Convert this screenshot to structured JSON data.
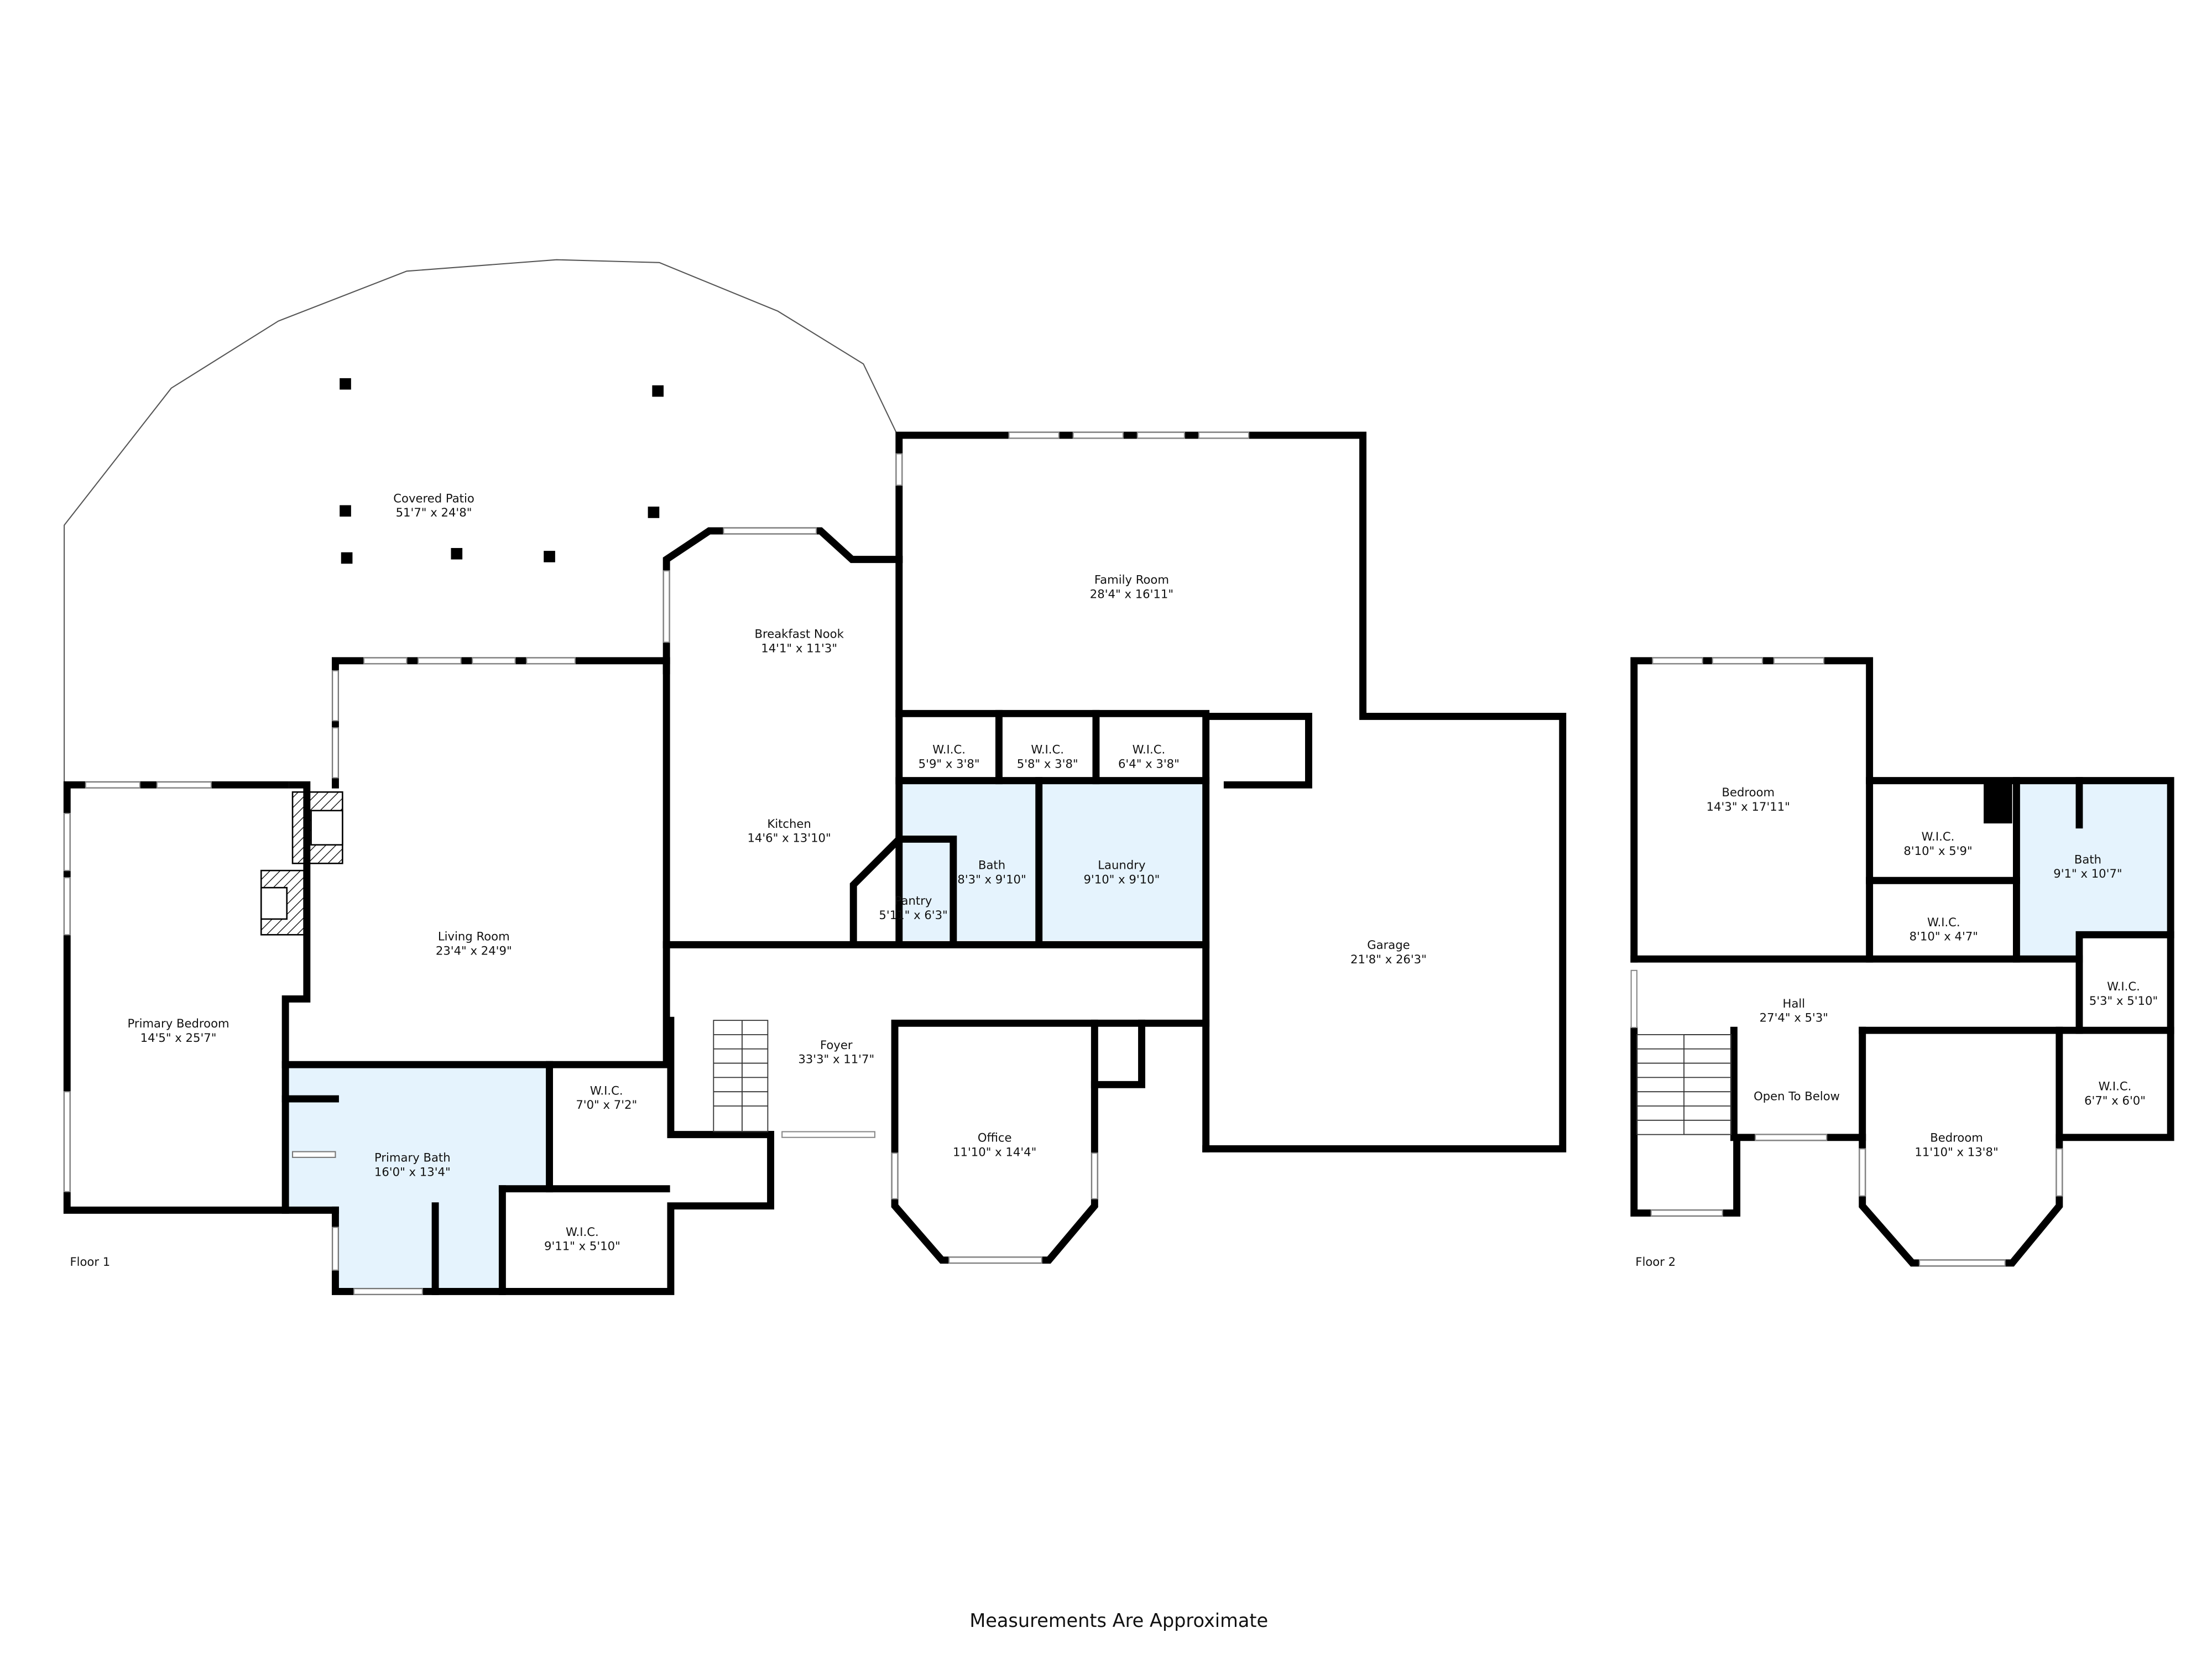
{
  "floors": {
    "floor1": {
      "label": "Floor 1",
      "rooms": {
        "covered_patio": {
          "name": "Covered Patio",
          "size": "51'7\" x 24'8\""
        },
        "family_room": {
          "name": "Family Room",
          "size": "28'4\" x 16'11\""
        },
        "breakfast_nook": {
          "name": "Breakfast Nook",
          "size": "14'1\" x 11'3\""
        },
        "wic_a": {
          "name": "W.I.C.",
          "size": "5'9\" x 3'8\""
        },
        "wic_b": {
          "name": "W.I.C.",
          "size": "5'8\" x 3'8\""
        },
        "wic_c": {
          "name": "W.I.C.",
          "size": "6'4\" x 3'8\""
        },
        "kitchen": {
          "name": "Kitchen",
          "size": "14'6\" x 13'10\""
        },
        "bath": {
          "name": "Bath",
          "size": "8'3\" x 9'10\""
        },
        "laundry": {
          "name": "Laundry",
          "size": "9'10\" x 9'10\""
        },
        "pantry": {
          "name": "Pantry",
          "size": "5'11\" x 6'3\""
        },
        "garage": {
          "name": "Garage",
          "size": "21'8\" x 26'3\""
        },
        "living_room": {
          "name": "Living Room",
          "size": "23'4\" x 24'9\""
        },
        "primary_bedroom": {
          "name": "Primary Bedroom",
          "size": "14'5\" x 25'7\""
        },
        "foyer": {
          "name": "Foyer",
          "size": "33'3\" x 11'7\""
        },
        "office": {
          "name": "Office",
          "size": "11'10\" x 14'4\""
        },
        "primary_bath": {
          "name": "Primary Bath",
          "size": "16'0\" x 13'4\""
        },
        "wic_d": {
          "name": "W.I.C.",
          "size": "7'0\" x 7'2\""
        },
        "wic_e": {
          "name": "W.I.C.",
          "size": "9'11\" x 5'10\""
        }
      }
    },
    "floor2": {
      "label": "Floor 2",
      "rooms": {
        "bedroom_a": {
          "name": "Bedroom",
          "size": "14'3\" x 17'11\""
        },
        "wic_a": {
          "name": "W.I.C.",
          "size": "8'10\" x 5'9\""
        },
        "wic_b": {
          "name": "W.I.C.",
          "size": "8'10\" x 4'7\""
        },
        "bath": {
          "name": "Bath",
          "size": "9'1\" x 10'7\""
        },
        "hall": {
          "name": "Hall",
          "size": "27'4\" x 5'3\""
        },
        "wic_c": {
          "name": "W.I.C.",
          "size": "5'3\" x 5'10\""
        },
        "open_to_below": {
          "name": "Open To Below"
        },
        "bedroom_b": {
          "name": "Bedroom",
          "size": "11'10\" x 13'8\""
        },
        "wic_d": {
          "name": "W.I.C.",
          "size": "6'7\" x 6'0\""
        }
      }
    }
  },
  "footer_note": "Measurements Are Approximate",
  "colors": {
    "wet_room_fill": "#e5f3fd",
    "wall": "#000000"
  }
}
